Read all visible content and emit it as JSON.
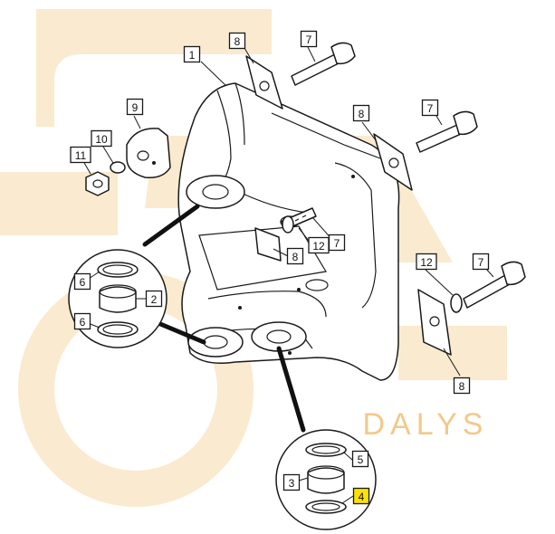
{
  "diagram": {
    "watermark": {
      "text": "DALYS",
      "color": "#f2c98a"
    },
    "labels": [
      {
        "id": "label-1",
        "text": "1",
        "highlight": false
      },
      {
        "id": "label-2",
        "text": "2",
        "highlight": false
      },
      {
        "id": "label-3",
        "text": "3",
        "highlight": false
      },
      {
        "id": "label-4",
        "text": "4",
        "highlight": true
      },
      {
        "id": "label-5",
        "text": "5",
        "highlight": false
      },
      {
        "id": "label-6a",
        "text": "6",
        "highlight": false
      },
      {
        "id": "label-6b",
        "text": "6",
        "highlight": false
      },
      {
        "id": "label-7a",
        "text": "7",
        "highlight": false
      },
      {
        "id": "label-7b",
        "text": "7",
        "highlight": false
      },
      {
        "id": "label-7c",
        "text": "7",
        "highlight": false
      },
      {
        "id": "label-7d",
        "text": "7",
        "highlight": false
      },
      {
        "id": "label-8a",
        "text": "8",
        "highlight": false
      },
      {
        "id": "label-8b",
        "text": "8",
        "highlight": false
      },
      {
        "id": "label-8c",
        "text": "8",
        "highlight": false
      },
      {
        "id": "label-8d",
        "text": "8",
        "highlight": false
      },
      {
        "id": "label-9",
        "text": "9",
        "highlight": false
      },
      {
        "id": "label-10",
        "text": "10",
        "highlight": false
      },
      {
        "id": "label-11",
        "text": "11",
        "highlight": false
      },
      {
        "id": "label-12a",
        "text": "12",
        "highlight": false
      },
      {
        "id": "label-12b",
        "text": "12",
        "highlight": false
      }
    ],
    "colors": {
      "highlight": "#ffe200",
      "line": "#1a1a1a",
      "watermark": "#f2c98a"
    }
  }
}
